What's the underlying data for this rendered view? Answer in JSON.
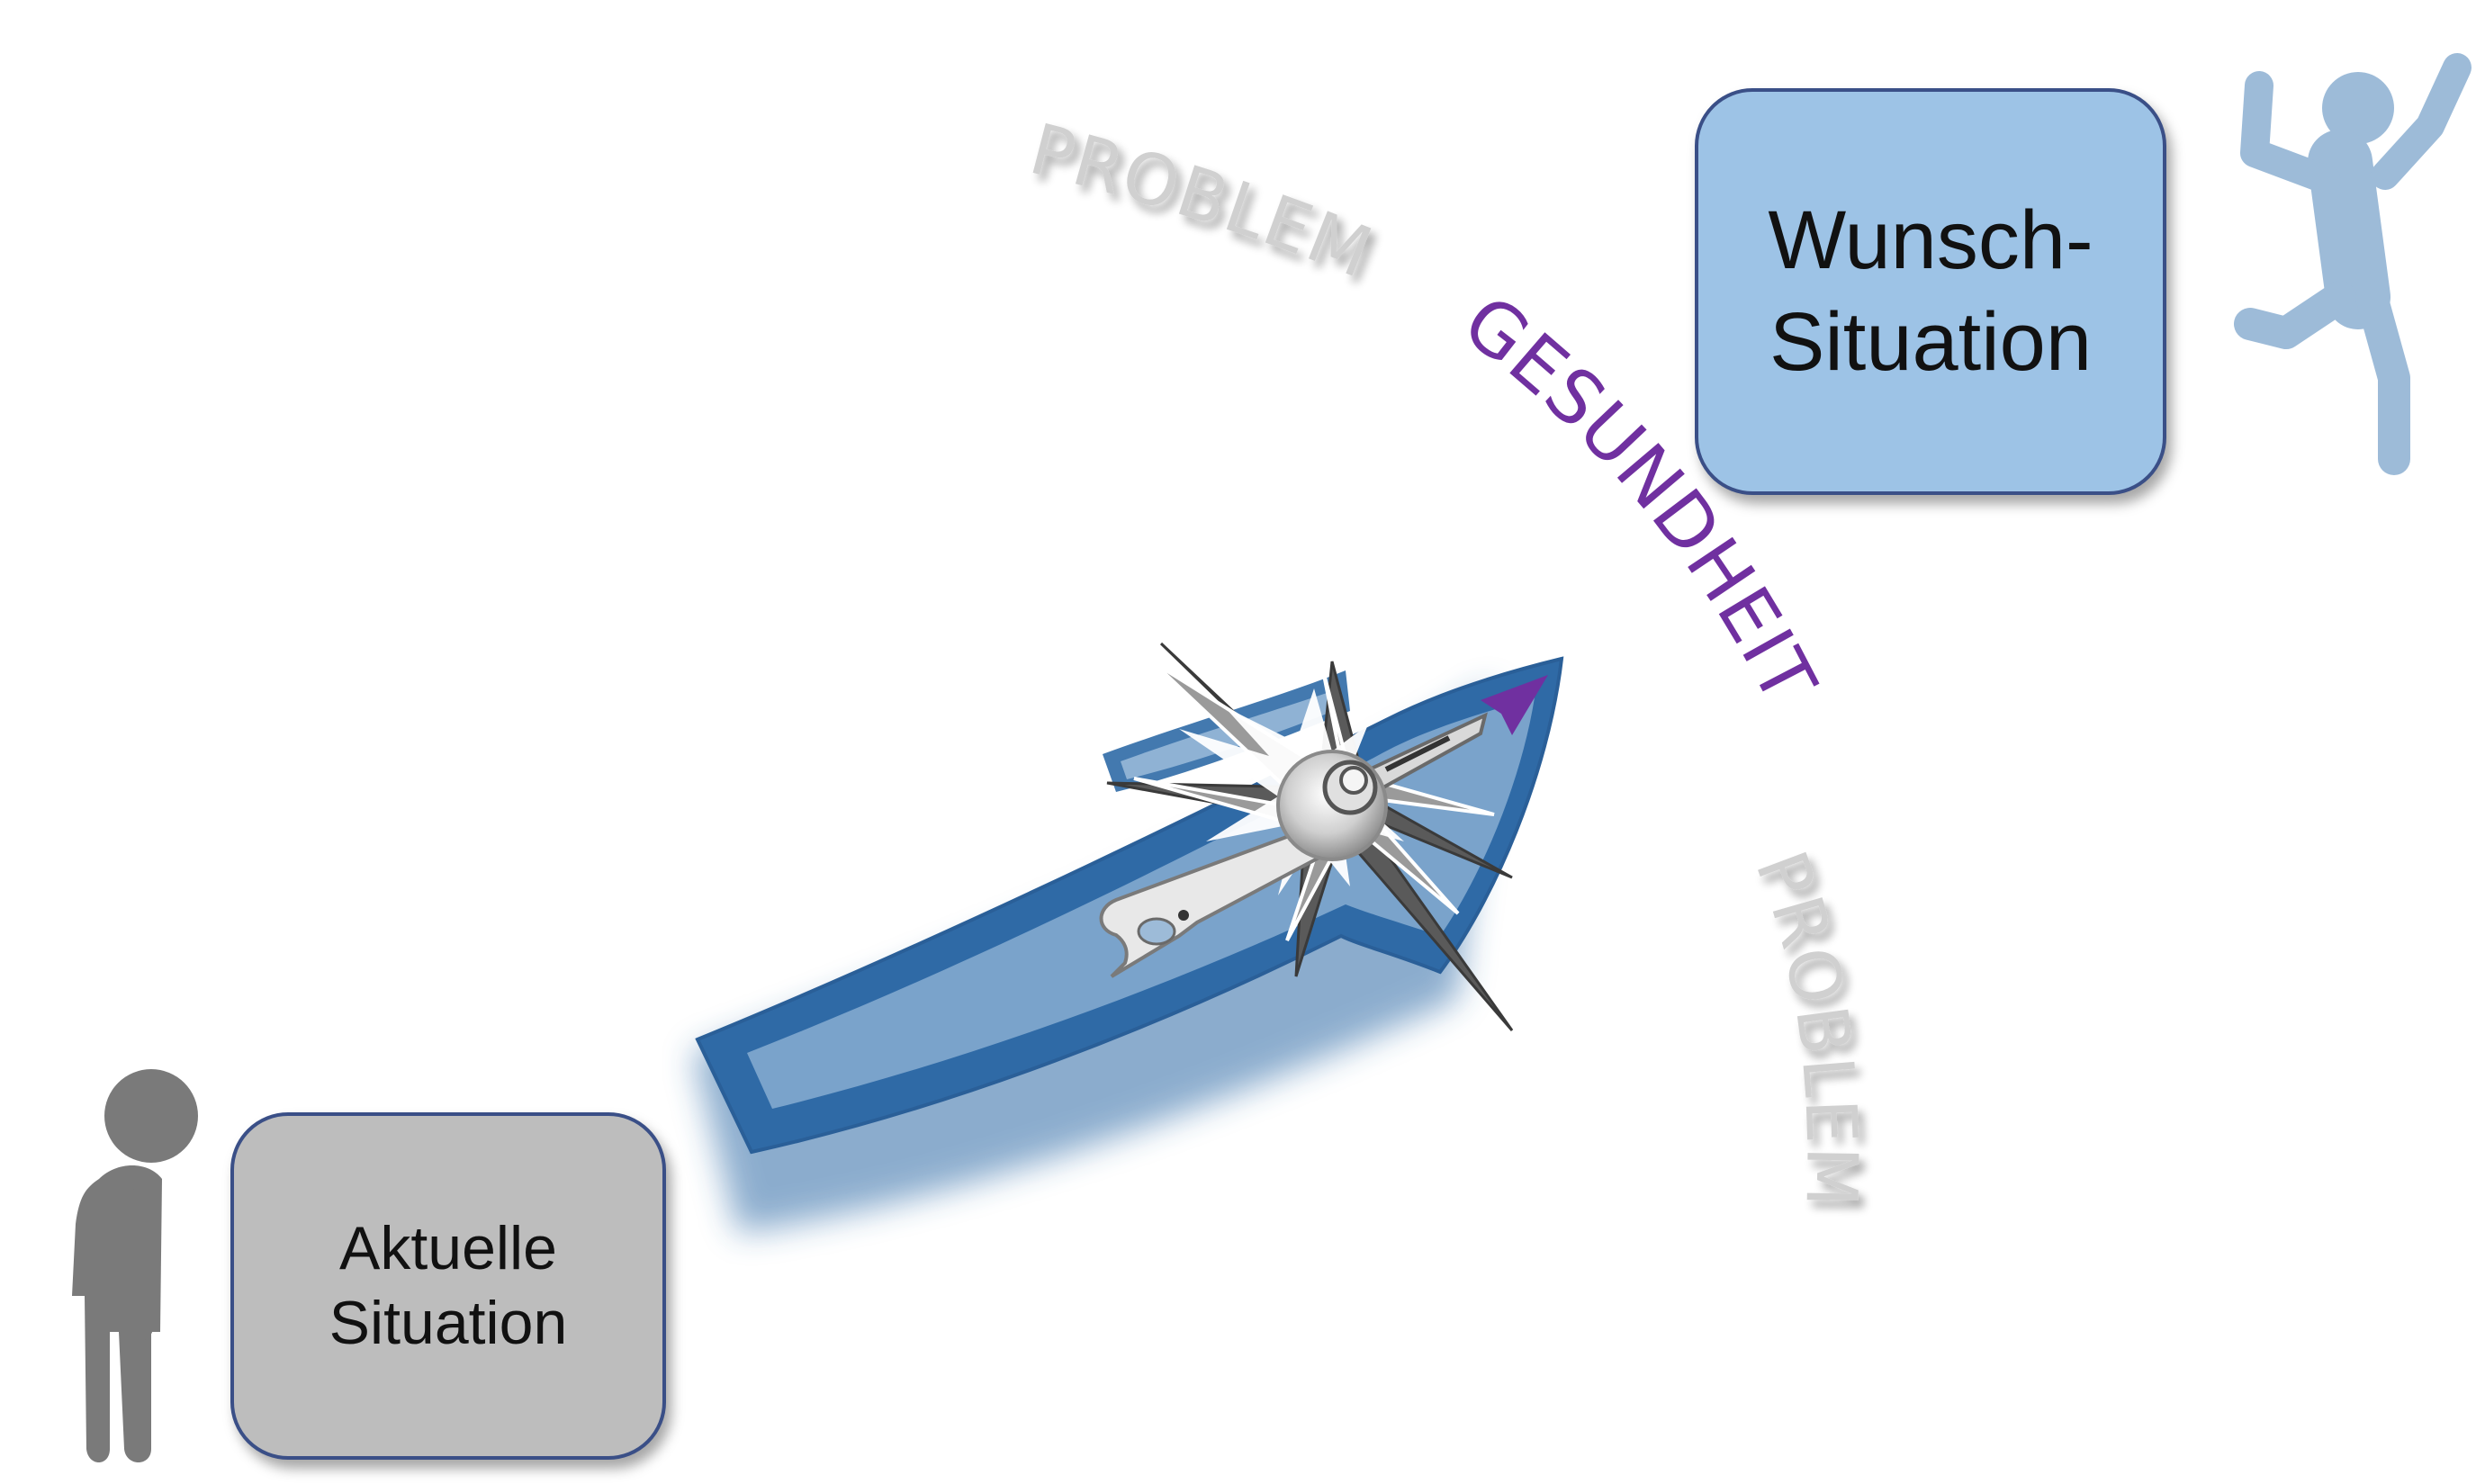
{
  "current_situation": {
    "label": "Aktuelle\nSituation",
    "fill": "#bdbdbd"
  },
  "target_situation": {
    "label": "Wunsch-\nSituation",
    "fill": "#9dc3e6"
  },
  "arc_words": {
    "problem_top": "PROBLEM",
    "health": "GESUNDHEIT",
    "problem_bottom": "PROBLEM"
  },
  "colors": {
    "box_border": "#3a4f87",
    "arrow_blue": "#2f6aa6",
    "arrow_fill": "#7aa3cb",
    "health_purple": "#7030a0",
    "problem_gray": "#c8c8c8",
    "person_sad": "#7a7a7a",
    "person_happy": "#9dbbd8"
  },
  "icons": {
    "sad_person": "standing-sad-person-icon",
    "happy_person": "jumping-happy-person-icon",
    "compass": "compass-rose-icon"
  }
}
